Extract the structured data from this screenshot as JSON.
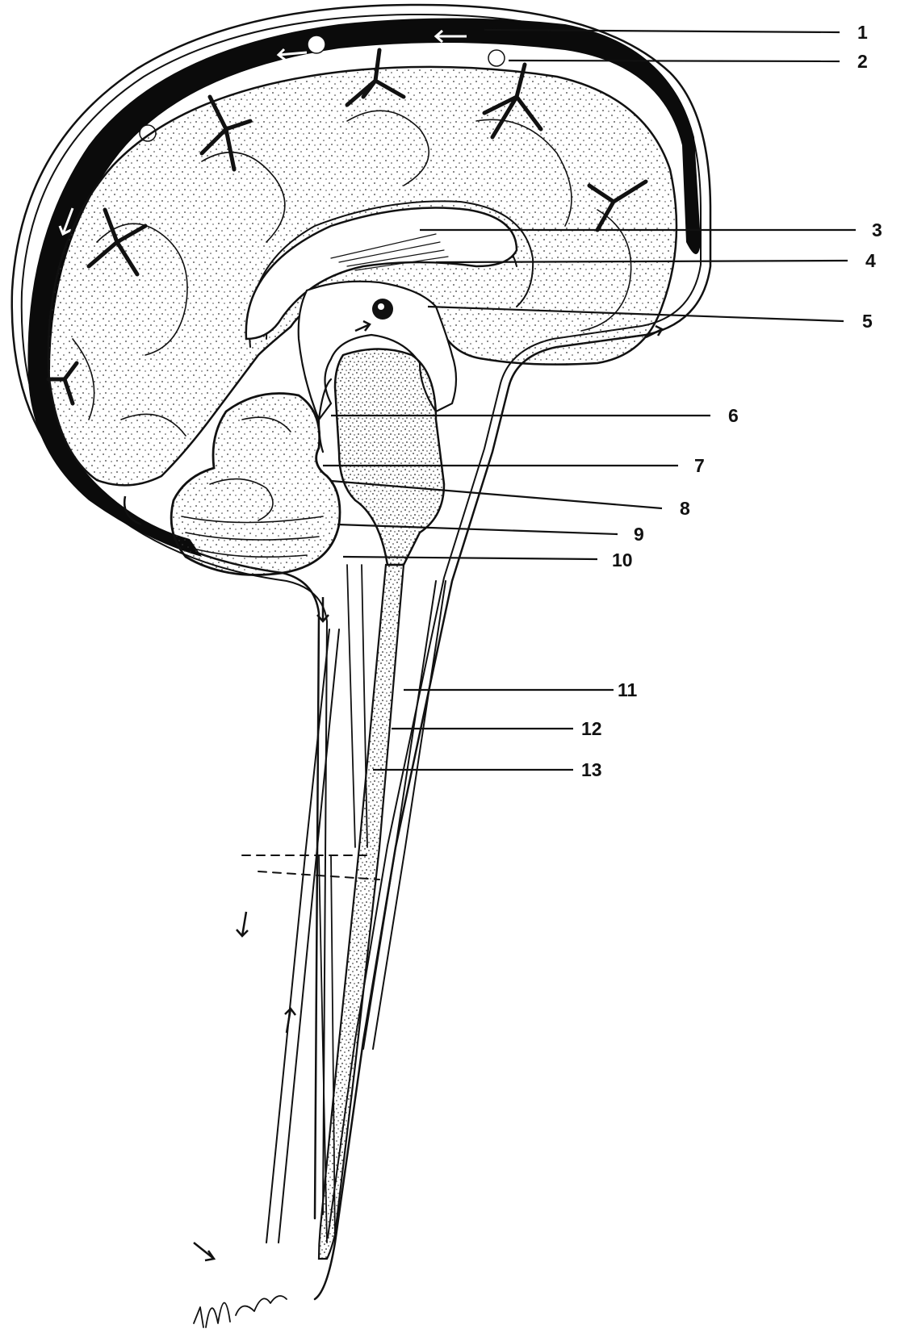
{
  "diagram": {
    "labels": [
      {
        "id": "label-1",
        "text": "1"
      },
      {
        "id": "label-2",
        "text": "2"
      },
      {
        "id": "label-3",
        "text": "3"
      },
      {
        "id": "label-4",
        "text": "4"
      },
      {
        "id": "label-5",
        "text": "5"
      },
      {
        "id": "label-6",
        "text": "6"
      },
      {
        "id": "label-7",
        "text": "7"
      },
      {
        "id": "label-8",
        "text": "8"
      },
      {
        "id": "label-9",
        "text": "9"
      },
      {
        "id": "label-10",
        "text": "10"
      },
      {
        "id": "label-11",
        "text": "11"
      },
      {
        "id": "label-12",
        "text": "12"
      },
      {
        "id": "label-13",
        "text": "13"
      }
    ],
    "signature": "M.Gutierrez"
  },
  "colors": {
    "ink": "#111111",
    "sinus": "#0b0b0b",
    "background": "#ffffff",
    "stipple": "#333333"
  }
}
